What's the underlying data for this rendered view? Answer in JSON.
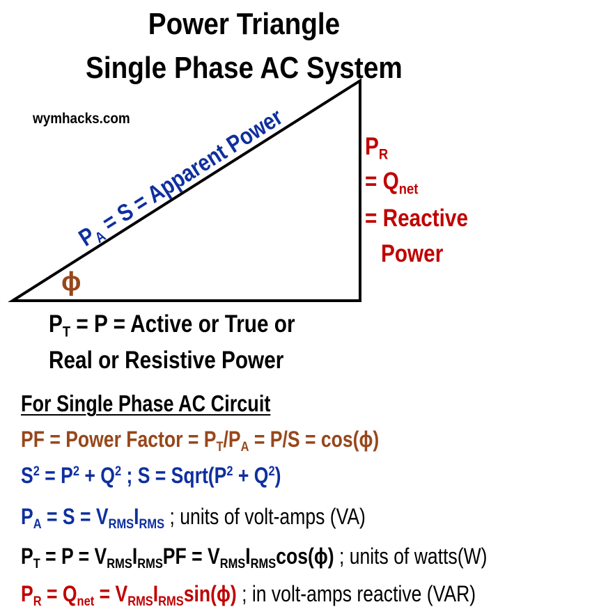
{
  "colors": {
    "black": "#000000",
    "brown": "#97471b",
    "blue": "#0f2f9f",
    "red": "#c00000"
  },
  "title": {
    "line1": "Power Triangle",
    "line2": "Single Phase AC System"
  },
  "watermark": "wymhacks.com",
  "angle_symbol": "ϕ",
  "hypotenuse": [
    {
      "t": "P"
    },
    {
      "t": "A",
      "v": "sub"
    },
    {
      "t": " = S = Apparent Power"
    }
  ],
  "vertical_side": [
    [
      {
        "t": "P"
      },
      {
        "t": "R",
        "v": "sub"
      }
    ],
    [
      {
        "t": "= Q"
      },
      {
        "t": "net",
        "v": "sub"
      }
    ],
    [
      {
        "t": "= Reactive"
      }
    ],
    [
      {
        "t": "Power"
      }
    ]
  ],
  "base_side": [
    [
      {
        "t": "P"
      },
      {
        "t": "T",
        "v": "sub"
      },
      {
        "t": " = P = Active or True or"
      }
    ],
    [
      {
        "t": "Real or Resistive Power"
      }
    ]
  ],
  "formulas_heading": "For Single Phase AC Circuit",
  "formulas": [
    {
      "color": "brown",
      "segs": [
        {
          "t": "PF = Power Factor = P"
        },
        {
          "t": "T",
          "v": "sub"
        },
        {
          "t": "/P"
        },
        {
          "t": "A",
          "v": "sub"
        },
        {
          "t": " = P/S = cos(ϕ)"
        }
      ]
    },
    {
      "color": "blue",
      "segs": [
        {
          "t": "S"
        },
        {
          "t": "2",
          "v": "sup"
        },
        {
          "t": " = P"
        },
        {
          "t": "2",
          "v": "sup"
        },
        {
          "t": " + Q"
        },
        {
          "t": "2",
          "v": "sup"
        },
        {
          "t": " ; S = Sqrt(P"
        },
        {
          "t": "2",
          "v": "sup"
        },
        {
          "t": " + Q"
        },
        {
          "t": "2",
          "v": "sup"
        },
        {
          "t": ")"
        }
      ]
    },
    {
      "color": "blue",
      "segs": [
        {
          "t": "P"
        },
        {
          "t": "A",
          "v": "sub"
        },
        {
          "t": " = S = V"
        },
        {
          "t": "RMS",
          "v": "sub"
        },
        {
          "t": "I"
        },
        {
          "t": "RMS",
          "v": "sub"
        },
        {
          "t": " ; units of volt-amps (VA)",
          "w": "n",
          "c": "black"
        }
      ]
    },
    {
      "color": "black",
      "segs": [
        {
          "t": "P"
        },
        {
          "t": "T",
          "v": "sub"
        },
        {
          "t": " = P = V"
        },
        {
          "t": "RMS",
          "v": "sub"
        },
        {
          "t": "I"
        },
        {
          "t": "RMS",
          "v": "sub"
        },
        {
          "t": "PF = V"
        },
        {
          "t": "RMS",
          "v": "sub"
        },
        {
          "t": "I"
        },
        {
          "t": "RMS",
          "v": "sub"
        },
        {
          "t": "cos(ϕ)"
        },
        {
          "t": " ; units of watts(W)",
          "w": "n"
        }
      ]
    },
    {
      "color": "red",
      "segs": [
        {
          "t": "P"
        },
        {
          "t": "R",
          "v": "sub"
        },
        {
          "t": " = Q"
        },
        {
          "t": "net",
          "v": "sub"
        },
        {
          "t": " = V"
        },
        {
          "t": "RMS",
          "v": "sub"
        },
        {
          "t": "I"
        },
        {
          "t": "RMS",
          "v": "sub"
        },
        {
          "t": "sin(ϕ)"
        },
        {
          "t": " ; in volt-amps reactive (VAR)",
          "w": "n",
          "c": "black"
        }
      ]
    }
  ]
}
